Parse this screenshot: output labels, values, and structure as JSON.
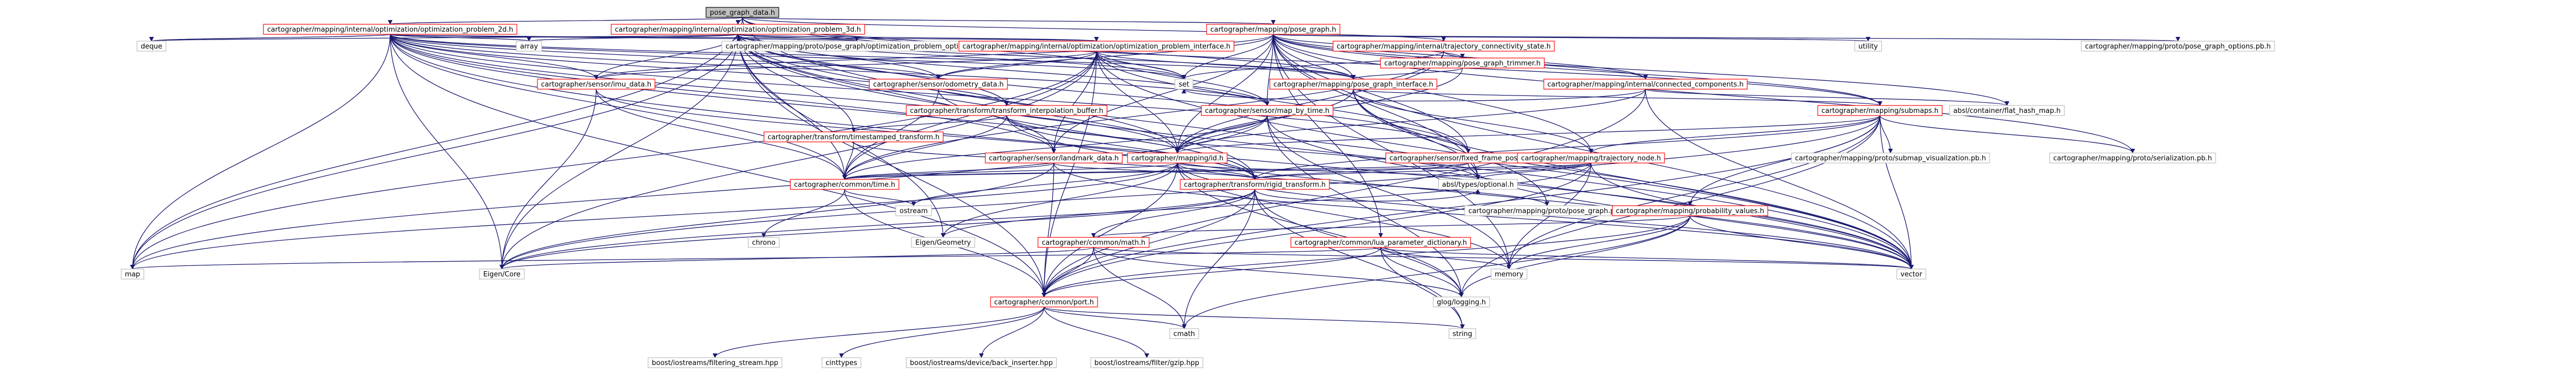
{
  "graph": {
    "colors": {
      "edge": "#191970",
      "root_fill": "#bfbfbf",
      "root_border": "#000000",
      "linked_border": "#ff0000",
      "external_border": "#bfbfbf",
      "node_fill": "#ffffff"
    },
    "nodes": [
      {
        "id": "root",
        "label": "pose_graph_data.h",
        "kind": "root"
      },
      {
        "id": "opt2d",
        "label": "cartographer/mapping/internal/optimization/optimization_problem_2d.h",
        "kind": "linked"
      },
      {
        "id": "opt3d",
        "label": "cartographer/mapping/internal/optimization/optimization_problem_3d.h",
        "kind": "linked"
      },
      {
        "id": "posegraph",
        "label": "cartographer/mapping/pose_graph.h",
        "kind": "linked"
      },
      {
        "id": "deque",
        "label": "deque",
        "kind": "external"
      },
      {
        "id": "array",
        "label": "array",
        "kind": "external"
      },
      {
        "id": "optpb",
        "label": "cartographer/mapping/proto/pose_graph/optimization_problem_options.pb.h",
        "kind": "external"
      },
      {
        "id": "optiface",
        "label": "cartographer/mapping/internal/optimization/optimization_problem_interface.h",
        "kind": "linked"
      },
      {
        "id": "trajconn",
        "label": "cartographer/mapping/internal/trajectory_connectivity_state.h",
        "kind": "linked"
      },
      {
        "id": "trimmer",
        "label": "cartographer/mapping/pose_graph_trimmer.h",
        "kind": "linked"
      },
      {
        "id": "utility",
        "label": "utility",
        "kind": "external"
      },
      {
        "id": "pgopb",
        "label": "cartographer/mapping/proto/pose_graph_options.pb.h",
        "kind": "external"
      },
      {
        "id": "imu",
        "label": "cartographer/sensor/imu_data.h",
        "kind": "linked"
      },
      {
        "id": "odom",
        "label": "cartographer/sensor/odometry_data.h",
        "kind": "linked"
      },
      {
        "id": "set",
        "label": "set",
        "kind": "external"
      },
      {
        "id": "pgiface",
        "label": "cartographer/mapping/pose_graph_interface.h",
        "kind": "linked"
      },
      {
        "id": "conncomp",
        "label": "cartographer/mapping/internal/connected_components.h",
        "kind": "linked"
      },
      {
        "id": "flathash",
        "label": "absl/container/flat_hash_map.h",
        "kind": "external"
      },
      {
        "id": "interp",
        "label": "cartographer/transform/transform_interpolation_buffer.h",
        "kind": "linked"
      },
      {
        "id": "mapbytime",
        "label": "cartographer/sensor/map_by_time.h",
        "kind": "linked"
      },
      {
        "id": "submaps",
        "label": "cartographer/mapping/submaps.h",
        "kind": "linked"
      },
      {
        "id": "timestamped",
        "label": "cartographer/transform/timestamped_transform.h",
        "kind": "linked"
      },
      {
        "id": "landmark",
        "label": "cartographer/sensor/landmark_data.h",
        "kind": "linked"
      },
      {
        "id": "id",
        "label": "cartographer/mapping/id.h",
        "kind": "linked"
      },
      {
        "id": "fixedframe",
        "label": "cartographer/sensor/fixed_frame_pose_data.h",
        "kind": "linked"
      },
      {
        "id": "trajnode",
        "label": "cartographer/mapping/trajectory_node.h",
        "kind": "linked"
      },
      {
        "id": "submapviz",
        "label": "cartographer/mapping/proto/submap_visualization.pb.h",
        "kind": "external"
      },
      {
        "id": "serialpb",
        "label": "cartographer/mapping/proto/serialization.pb.h",
        "kind": "external"
      },
      {
        "id": "ctime",
        "label": "cartographer/common/time.h",
        "kind": "linked"
      },
      {
        "id": "rigid",
        "label": "cartographer/transform/rigid_transform.h",
        "kind": "linked"
      },
      {
        "id": "posegraphpb",
        "label": "cartographer/mapping/proto/pose_graph.pb.h",
        "kind": "external"
      },
      {
        "id": "optional",
        "label": "absl/types/optional.h",
        "kind": "external"
      },
      {
        "id": "probvals",
        "label": "cartographer/mapping/probability_values.h",
        "kind": "linked"
      },
      {
        "id": "chrono",
        "label": "chrono",
        "kind": "external"
      },
      {
        "id": "eigengeo",
        "label": "Eigen/Geometry",
        "kind": "external"
      },
      {
        "id": "ostream",
        "label": "ostream",
        "kind": "external"
      },
      {
        "id": "math",
        "label": "cartographer/common/math.h",
        "kind": "linked"
      },
      {
        "id": "luadict",
        "label": "cartographer/common/lua_parameter_dictionary.h",
        "kind": "linked"
      },
      {
        "id": "map",
        "label": "map",
        "kind": "external"
      },
      {
        "id": "eigencore",
        "label": "Eigen/Core",
        "kind": "external"
      },
      {
        "id": "port",
        "label": "cartographer/common/port.h",
        "kind": "linked"
      },
      {
        "id": "memory",
        "label": "memory",
        "kind": "external"
      },
      {
        "id": "vector",
        "label": "vector",
        "kind": "external"
      },
      {
        "id": "glog",
        "label": "glog/logging.h",
        "kind": "external"
      },
      {
        "id": "string",
        "label": "string",
        "kind": "external"
      },
      {
        "id": "cmath",
        "label": "cmath",
        "kind": "external"
      },
      {
        "id": "filtstream",
        "label": "boost/iostreams/filtering_stream.hpp",
        "kind": "external"
      },
      {
        "id": "cinttypes",
        "label": "cinttypes",
        "kind": "external"
      },
      {
        "id": "backins",
        "label": "boost/iostreams/device/back_inserter.hpp",
        "kind": "external"
      },
      {
        "id": "gzip",
        "label": "boost/iostreams/filter/gzip.hpp",
        "kind": "external"
      }
    ],
    "edges": [
      [
        "root",
        "opt2d"
      ],
      [
        "root",
        "opt3d"
      ],
      [
        "root",
        "posegraph"
      ],
      [
        "root",
        "map"
      ],
      [
        "root",
        "set"
      ],
      [
        "root",
        "vector"
      ],
      [
        "root",
        "submaps"
      ],
      [
        "root",
        "pgiface"
      ],
      [
        "root",
        "trajconn"
      ],
      [
        "opt2d",
        "deque"
      ],
      [
        "opt2d",
        "array"
      ],
      [
        "opt2d",
        "map"
      ],
      [
        "opt2d",
        "set"
      ],
      [
        "opt2d",
        "vector"
      ],
      [
        "opt2d",
        "optpb"
      ],
      [
        "opt2d",
        "optiface"
      ],
      [
        "opt2d",
        "imu"
      ],
      [
        "opt2d",
        "odom"
      ],
      [
        "opt2d",
        "mapbytime"
      ],
      [
        "opt2d",
        "id"
      ],
      [
        "opt2d",
        "ctime"
      ],
      [
        "opt2d",
        "port"
      ],
      [
        "opt2d",
        "eigencore"
      ],
      [
        "opt2d",
        "rigid"
      ],
      [
        "opt2d",
        "fixedframe"
      ],
      [
        "opt2d",
        "landmark"
      ],
      [
        "opt2d",
        "interp"
      ],
      [
        "opt2d",
        "pgiface"
      ],
      [
        "opt3d",
        "array"
      ],
      [
        "opt3d",
        "deque"
      ],
      [
        "opt3d",
        "map"
      ],
      [
        "opt3d",
        "set"
      ],
      [
        "opt3d",
        "vector"
      ],
      [
        "opt3d",
        "optpb"
      ],
      [
        "opt3d",
        "optiface"
      ],
      [
        "opt3d",
        "imu"
      ],
      [
        "opt3d",
        "odom"
      ],
      [
        "opt3d",
        "mapbytime"
      ],
      [
        "opt3d",
        "id"
      ],
      [
        "opt3d",
        "ctime"
      ],
      [
        "opt3d",
        "port"
      ],
      [
        "opt3d",
        "eigencore"
      ],
      [
        "opt3d",
        "rigid"
      ],
      [
        "opt3d",
        "fixedframe"
      ],
      [
        "opt3d",
        "landmark"
      ],
      [
        "opt3d",
        "interp"
      ],
      [
        "opt3d",
        "pgiface"
      ],
      [
        "opt3d",
        "timestamped"
      ],
      [
        "opt3d",
        "eigengeo"
      ],
      [
        "posegraph",
        "trimmer"
      ],
      [
        "posegraph",
        "pgiface"
      ],
      [
        "posegraph",
        "submaps"
      ],
      [
        "posegraph",
        "utility"
      ],
      [
        "posegraph",
        "pgopb"
      ],
      [
        "posegraph",
        "flathash"
      ],
      [
        "posegraph",
        "memory"
      ],
      [
        "posegraph",
        "vector"
      ],
      [
        "posegraph",
        "set"
      ],
      [
        "posegraph",
        "trajnode"
      ],
      [
        "posegraph",
        "imu"
      ],
      [
        "posegraph",
        "odom"
      ],
      [
        "posegraph",
        "fixedframe"
      ],
      [
        "posegraph",
        "landmark"
      ],
      [
        "posegraph",
        "id"
      ],
      [
        "posegraph",
        "luadict"
      ],
      [
        "posegraph",
        "serialpb"
      ],
      [
        "posegraph",
        "conncomp"
      ],
      [
        "posegraph",
        "optional"
      ],
      [
        "posegraph",
        "mapbytime"
      ],
      [
        "optiface",
        "map"
      ],
      [
        "optiface",
        "set"
      ],
      [
        "optiface",
        "vector"
      ],
      [
        "optiface",
        "imu"
      ],
      [
        "optiface",
        "odom"
      ],
      [
        "optiface",
        "mapbytime"
      ],
      [
        "optiface",
        "id"
      ],
      [
        "optiface",
        "ctime"
      ],
      [
        "optiface",
        "eigencore"
      ],
      [
        "optiface",
        "fixedframe"
      ],
      [
        "optiface",
        "landmark"
      ],
      [
        "optiface",
        "pgiface"
      ],
      [
        "optiface",
        "port"
      ],
      [
        "trajconn",
        "conncomp"
      ],
      [
        "trajconn",
        "ctime"
      ],
      [
        "trajconn",
        "id"
      ],
      [
        "trajconn",
        "set"
      ],
      [
        "trimmer",
        "pgiface"
      ],
      [
        "trimmer",
        "id"
      ],
      [
        "imu",
        "ctime"
      ],
      [
        "imu",
        "rigid"
      ],
      [
        "imu",
        "eigencore"
      ],
      [
        "odom",
        "ctime"
      ],
      [
        "odom",
        "rigid"
      ],
      [
        "pgiface",
        "submaps"
      ],
      [
        "pgiface",
        "trajnode"
      ],
      [
        "pgiface",
        "id"
      ],
      [
        "pgiface",
        "optional"
      ],
      [
        "pgiface",
        "vector"
      ],
      [
        "pgiface",
        "posegraphpb"
      ],
      [
        "conncomp",
        "flathash"
      ],
      [
        "conncomp",
        "set"
      ],
      [
        "conncomp",
        "vector"
      ],
      [
        "conncomp",
        "id"
      ],
      [
        "conncomp",
        "port"
      ],
      [
        "interp",
        "timestamped"
      ],
      [
        "interp",
        "ctime"
      ],
      [
        "interp",
        "rigid"
      ],
      [
        "interp",
        "vector"
      ],
      [
        "interp",
        "optional"
      ],
      [
        "mapbytime",
        "id"
      ],
      [
        "mapbytime",
        "ctime"
      ],
      [
        "mapbytime",
        "glog"
      ],
      [
        "mapbytime",
        "memory"
      ],
      [
        "mapbytime",
        "map"
      ],
      [
        "mapbytime",
        "vector"
      ],
      [
        "submaps",
        "submapviz"
      ],
      [
        "submaps",
        "serialpb"
      ],
      [
        "submaps",
        "probvals"
      ],
      [
        "submaps",
        "id"
      ],
      [
        "submaps",
        "trajnode"
      ],
      [
        "submaps",
        "rigid"
      ],
      [
        "submaps",
        "port"
      ],
      [
        "submaps",
        "memory"
      ],
      [
        "submaps",
        "vector"
      ],
      [
        "submaps",
        "eigencore"
      ],
      [
        "submaps",
        "glog"
      ],
      [
        "timestamped",
        "ctime"
      ],
      [
        "timestamped",
        "rigid"
      ],
      [
        "landmark",
        "ctime"
      ],
      [
        "landmark",
        "rigid"
      ],
      [
        "landmark",
        "eigencore"
      ],
      [
        "landmark",
        "vector"
      ],
      [
        "landmark",
        "port"
      ],
      [
        "id",
        "ctime"
      ],
      [
        "id",
        "port"
      ],
      [
        "id",
        "glog"
      ],
      [
        "id",
        "posegraphpb"
      ],
      [
        "id",
        "vector"
      ],
      [
        "id",
        "map"
      ],
      [
        "id",
        "memory"
      ],
      [
        "id",
        "ostream"
      ],
      [
        "id",
        "eigengeo"
      ],
      [
        "id",
        "optional"
      ],
      [
        "fixedframe",
        "ctime"
      ],
      [
        "fixedframe",
        "rigid"
      ],
      [
        "fixedframe",
        "optional"
      ],
      [
        "fixedframe",
        "vector"
      ],
      [
        "trajnode",
        "ctime"
      ],
      [
        "trajnode",
        "rigid"
      ],
      [
        "trajnode",
        "vector"
      ],
      [
        "trajnode",
        "memory"
      ],
      [
        "trajnode",
        "optional"
      ],
      [
        "trajnode",
        "eigencore"
      ],
      [
        "trajnode",
        "port"
      ],
      [
        "ctime",
        "chrono"
      ],
      [
        "ctime",
        "ostream"
      ],
      [
        "ctime",
        "port"
      ],
      [
        "rigid",
        "math"
      ],
      [
        "rigid",
        "port"
      ],
      [
        "rigid",
        "eigencore"
      ],
      [
        "rigid",
        "eigengeo"
      ],
      [
        "rigid",
        "cmath"
      ],
      [
        "rigid",
        "string"
      ],
      [
        "rigid",
        "glog"
      ],
      [
        "rigid",
        "optional"
      ],
      [
        "probvals",
        "math"
      ],
      [
        "probvals",
        "port"
      ],
      [
        "probvals",
        "memory"
      ],
      [
        "probvals",
        "vector"
      ],
      [
        "probvals",
        "glog"
      ],
      [
        "probvals",
        "cmath"
      ],
      [
        "math",
        "port"
      ],
      [
        "math",
        "eigencore"
      ],
      [
        "math",
        "cmath"
      ],
      [
        "math",
        "vector"
      ],
      [
        "math",
        "glog"
      ],
      [
        "luadict",
        "port"
      ],
      [
        "luadict",
        "map"
      ],
      [
        "luadict",
        "memory"
      ],
      [
        "luadict",
        "string"
      ],
      [
        "luadict",
        "vector"
      ],
      [
        "luadict",
        "glog"
      ],
      [
        "port",
        "cinttypes"
      ],
      [
        "port",
        "cmath"
      ],
      [
        "port",
        "string"
      ],
      [
        "port",
        "filtstream"
      ],
      [
        "port",
        "backins"
      ],
      [
        "port",
        "gzip"
      ]
    ]
  }
}
